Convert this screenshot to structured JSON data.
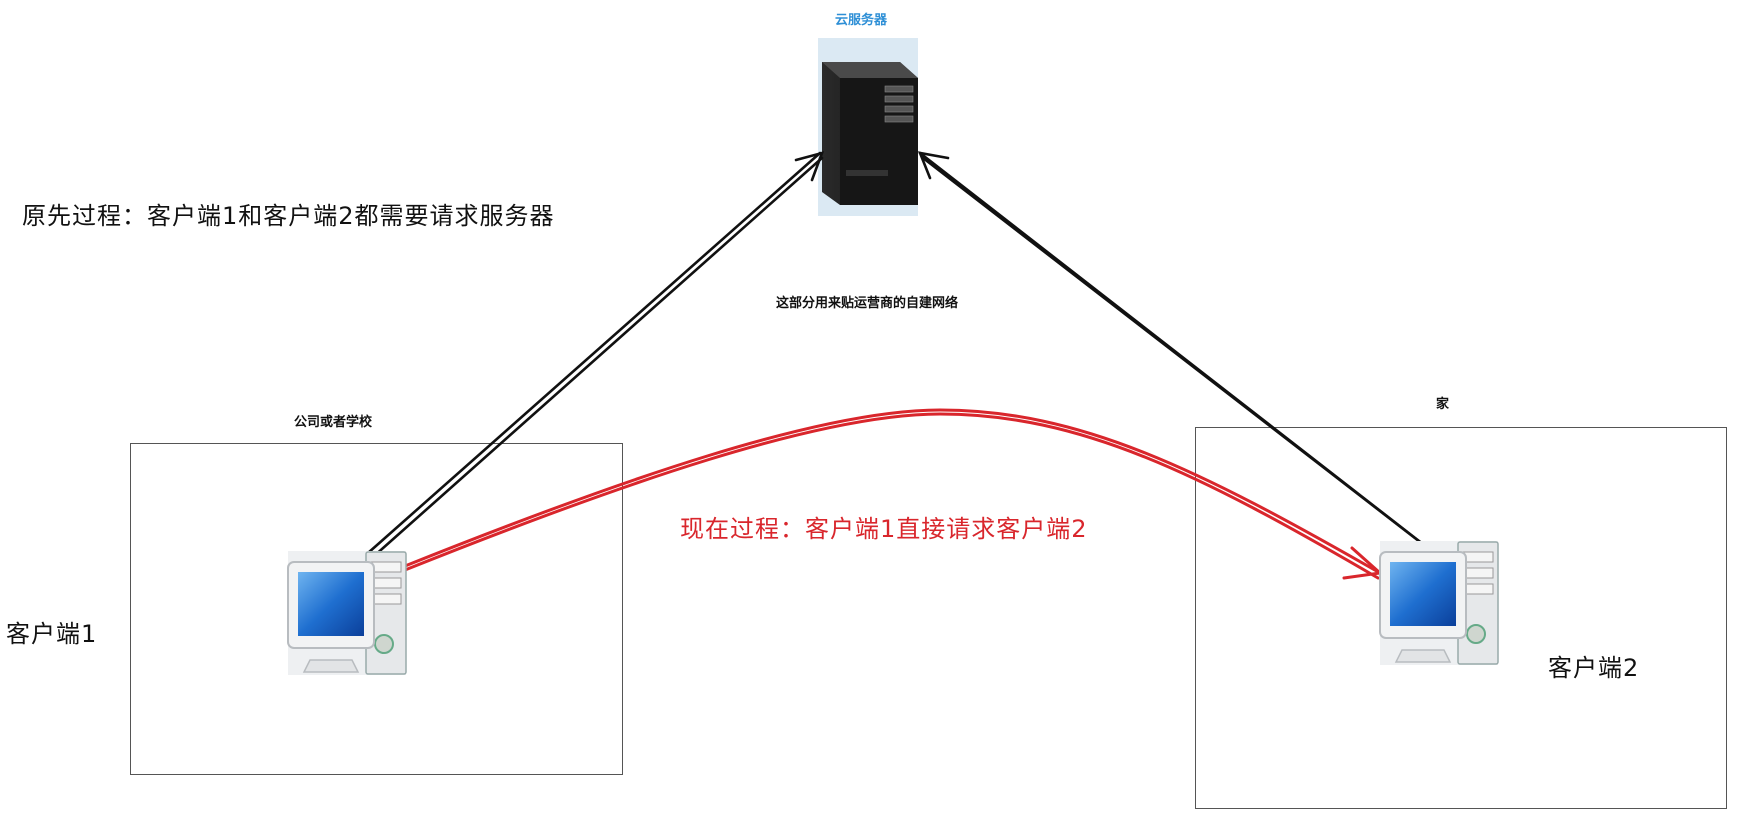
{
  "server": {
    "label": "云服务器",
    "label_color": "#2e8fd6",
    "icon": "server-tower-icon"
  },
  "note_original": "原先过程：客户端1和客户端2都需要请求服务器",
  "note_middle": "这部分用来贴运营商的自建网络",
  "note_now": "现在过程：客户端1直接请求客户端2",
  "note_now_color": "#d9262c",
  "left_site": {
    "title": "公司或者学校",
    "client_label": "客户端1",
    "icon": "desktop-computer-icon"
  },
  "right_site": {
    "title": "家",
    "client_label": "客户端2",
    "icon": "desktop-computer-icon"
  },
  "colors": {
    "arrow_black": "#111111",
    "arrow_red": "#d9262c",
    "box_border": "#555555"
  }
}
